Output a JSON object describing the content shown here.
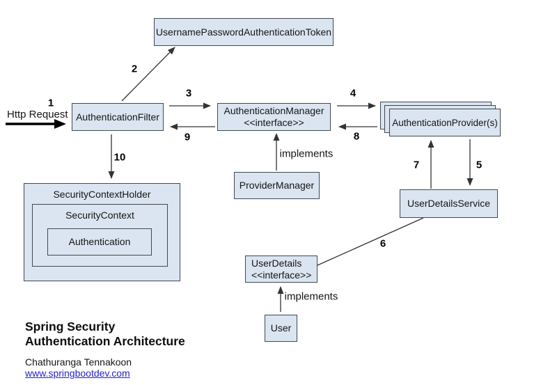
{
  "diagram": {
    "http_request_label": "Http Request",
    "nodes": {
      "token": {
        "label": "UsernamePasswordAuthenticationToken"
      },
      "authFilter": {
        "label": "AuthenticationFilter"
      },
      "authManager": {
        "label": "AuthenticationManager",
        "stereotype": "<<interface>>"
      },
      "authProviders": {
        "label": "AuthenticationProvider(s)"
      },
      "providerManager": {
        "label": "ProviderManager"
      },
      "userDetailsService": {
        "label": "UserDetailsService"
      },
      "securityContextHolder": {
        "label": "SecurityContextHolder"
      },
      "securityContext": {
        "label": "SecurityContext"
      },
      "authentication": {
        "label": "Authentication"
      },
      "userDetails": {
        "label": "UserDetails",
        "stereotype": "<<interface>>"
      },
      "user": {
        "label": "User"
      }
    },
    "edge_labels": {
      "n1": "1",
      "n2": "2",
      "n3": "3",
      "n4": "4",
      "n5": "5",
      "n6": "6",
      "n7": "7",
      "n8": "8",
      "n9": "9",
      "n10": "10",
      "implements_top": "implements",
      "implements_bottom": "implements"
    }
  },
  "footer": {
    "title_line1": "Spring Security",
    "title_line2": "Authentication Architecture",
    "author": "Chathuranga Tennakoon",
    "link": "www.springbootdev.com"
  },
  "colors": {
    "node_fill": "#dbe5f1",
    "node_border": "#3f4850",
    "connector": "#333333",
    "link": "#2323c8"
  }
}
